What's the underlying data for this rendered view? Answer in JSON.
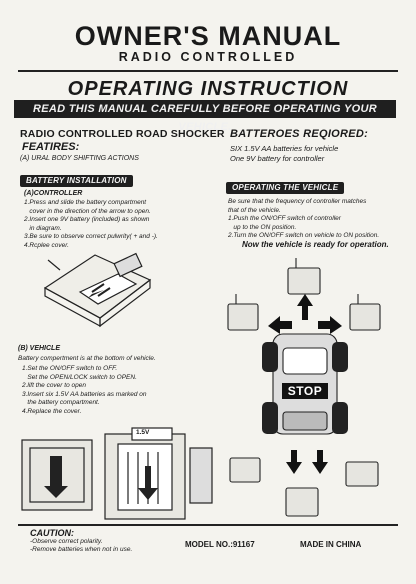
{
  "header": {
    "title": "OWNER'S MANUAL",
    "subtitle": "RADIO CONTROLLED",
    "section_title": "OPERATING INSTRUCTION",
    "banner": "READ THIS MANUAL CAREFULLY BEFORE OPERATING YOUR VEHICLE."
  },
  "left": {
    "product": "RADIO CONTROLLED ROAD SHOCKER",
    "features_label": "FEATIRES:",
    "features_text": "(A) URAL BODY SHIFTING ACTIONS",
    "battery_pill": "BATTERY INSTALLATION",
    "controller_heading": "(A)CONTROLLER",
    "controller_steps": [
      "1.Press and slide the battery compartment",
      "   cover in the direction of the arrow to open.",
      "2.Insert one 9V battery (included) as shown",
      "   in diagram.",
      "3.Be sure to observe correct pulwrity( + and -).",
      "4.Rcplee cover."
    ],
    "vehicle_heading": "(B) VEHICLE",
    "vehicle_sub": "Battery compertment is at the bottom of vehicle.",
    "vehicle_steps": [
      "1.Set the ON/OFF switch to OFF.",
      "   Set the OPEN/LOCK switch to OPEN.",
      "2.lift the cover to open",
      "3.Insert six 1.5V AA batteries as marked on",
      "   the battery compartment.",
      "4.Replace the cover."
    ]
  },
  "right": {
    "batteries_heading": "BATTEROES REQIORED:",
    "batteries_lines": [
      "SIX 1.5V AA batteries for vehicle",
      "One 9V battery for controller"
    ],
    "operating_pill": "OPERATING THE VEHICLE",
    "operating_lines": [
      "Be sure that the frequency of controller matches",
      "that of the vehicle.",
      "1.Push the ON/OFF switch of controller",
      "   up to the ON position.",
      "2.Turn the ON/OFF switch on vehicle to ON position."
    ],
    "ready": "Now the vehicle is ready for operation.",
    "stop_label": "STOP"
  },
  "footer": {
    "caution_heading": "CAUTION:",
    "caution_lines": [
      "-Observe correct polarity.",
      "-Remove batteries when not in use."
    ],
    "model": "MODEL NO.:91167",
    "made_in": "MADE IN CHINA"
  },
  "diagram_labels": {
    "battery_voltage": "1.5V"
  }
}
